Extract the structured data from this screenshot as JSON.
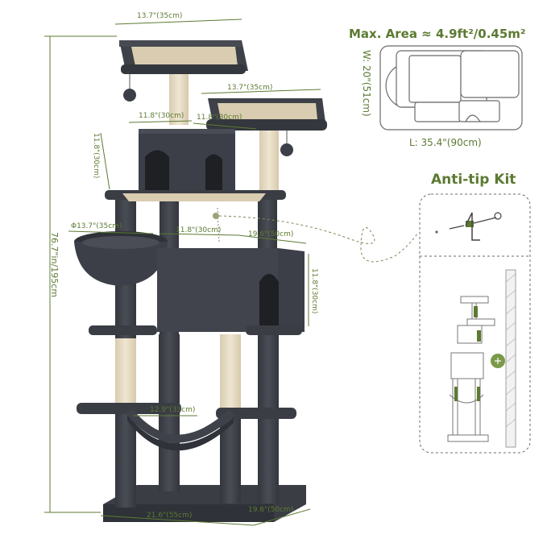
{
  "dimensions": {
    "top_perch_width": "13.7\"(35cm)",
    "second_perch_width": "13.7\"(35cm)",
    "condo_width_left": "11.8\"(30cm)",
    "condo_width_right": "11.8\"(30cm)",
    "condo_height_upper": "11.8\"(30cm)",
    "basket_diameter": "Φ13.7\"(35cm)",
    "big_condo_width": "11.8\"(30cm)",
    "platform_depth": "19.6\"(50cm)",
    "big_condo_height": "11.8\"(30cm)",
    "hammock_width": "12.9\"(33cm)",
    "total_height": "76.7\"in/195cm",
    "base_width": "21.6\"(55cm)",
    "base_depth": "19.6\"(50cm)"
  },
  "area": {
    "title": "Max. Area ≈ 4.9ft²/0.45m²",
    "width_label": "W: 20\"(51cm)",
    "length_label": "L: 35.4\"(90cm)"
  },
  "antitip": {
    "title": "Anti-tip Kit"
  },
  "colors": {
    "accent": "#5c7a32",
    "plush": "#3c3f47",
    "sisal": "#e8dcc4"
  }
}
